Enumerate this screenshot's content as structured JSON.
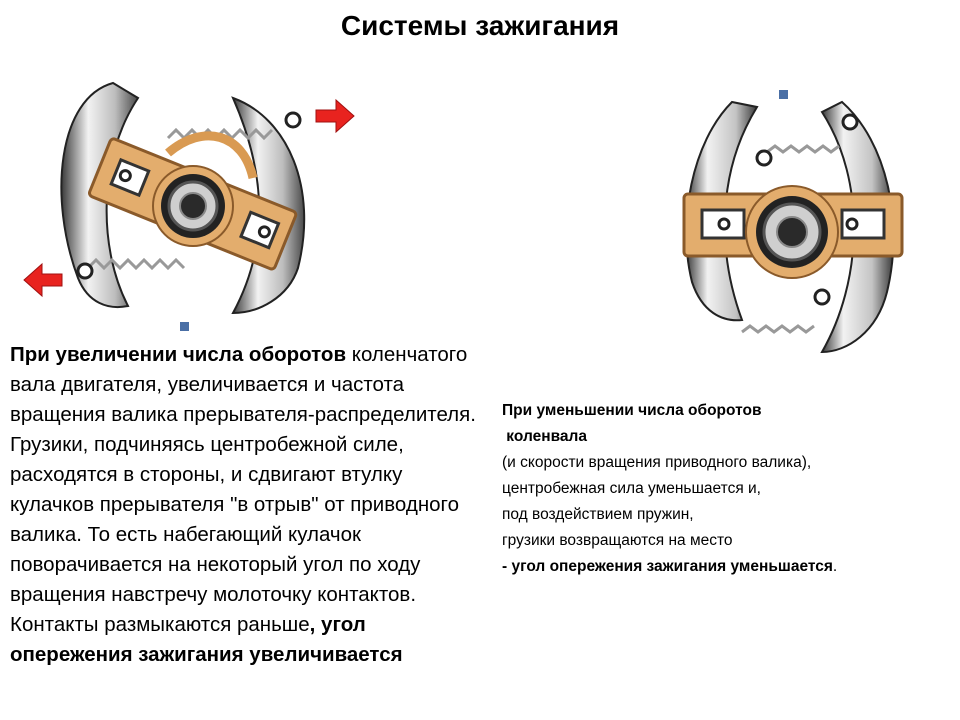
{
  "title": "Системы зажигания",
  "colors": {
    "weight_plate": "#e3ad6d",
    "metal_light": "#e6e6e6",
    "metal_dark": "#3a3a3a",
    "arrow": "#e8231f",
    "marker": "#4a6fa5"
  },
  "left_text": {
    "heading": "При увеличении числа оборотов",
    "body": "коленчатого вала двигателя, увеличивается и частота вращения валика прерывателя-распределителя. Грузики, подчиняясь центробежной силе, расходятся в стороны, и сдвигают втулку кулачков прерывателя \"в отрыв\" от приводного валика. То есть набегающий кулачок поворачивается на некоторый угол по ходу вращения навстречу молоточку контактов.  Контакты размыкаются раньше",
    "conclusion": ", угол опережения зажигания увеличивается"
  },
  "right_text": {
    "line1": "При уменьшении числа оборотов",
    "line2": " коленвала",
    "line3": "(и скорости вращения приводного валика),",
    "line4": "центробежная сила уменьшается и,",
    "line5": "под воздействием пружин,",
    "line6": "грузики возвращаются на место",
    "line7": "- угол опережения зажигания уменьшается",
    "line7_end": "."
  }
}
